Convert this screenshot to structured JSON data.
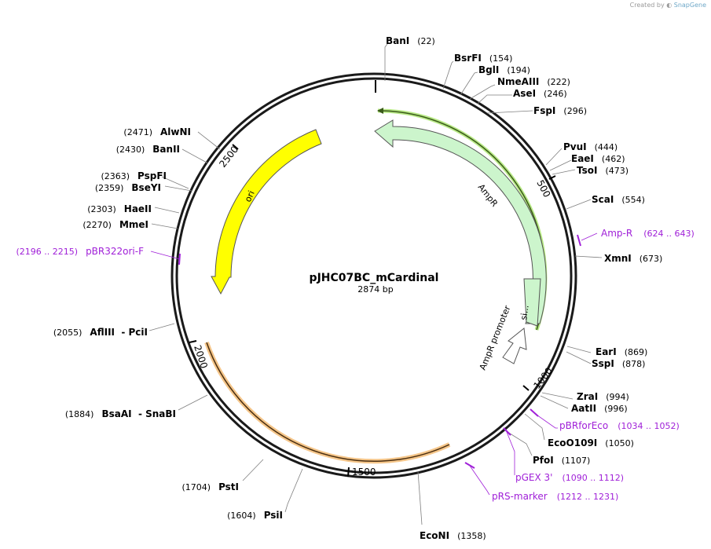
{
  "credit": {
    "prefix": "Created by",
    "brand": "SnapGene"
  },
  "plasmid": {
    "name": "pJHC07BC_mCardinal",
    "length_label": "2874 bp",
    "length_bp": 2874
  },
  "ticks": [
    {
      "bp": 500,
      "label": "500"
    },
    {
      "bp": 1000,
      "label": "1000"
    },
    {
      "bp": 1500,
      "label": "1500"
    },
    {
      "bp": 2000,
      "label": "2000"
    },
    {
      "bp": 2500,
      "label": "2500"
    }
  ],
  "features": [
    {
      "name": "AmpR",
      "label": "AmpR",
      "color": "#ccf5cc",
      "stroke": "#555555"
    },
    {
      "name": "AmpR promoter",
      "label": "AmpR promoter",
      "color": "#ffffff",
      "stroke": "#555555"
    },
    {
      "name": "si...",
      "label": "si...",
      "color": "#ccf5cc",
      "stroke": "#555555"
    },
    {
      "name": "ori",
      "label": "ori",
      "color": "#ffff00",
      "stroke": "#555555"
    }
  ],
  "sites": [
    {
      "name": "BanI",
      "pos": "(22)"
    },
    {
      "name": "BsrFI",
      "pos": "(154)"
    },
    {
      "name": "BglI",
      "pos": "(194)"
    },
    {
      "name": "NmeAIII",
      "pos": "(222)"
    },
    {
      "name": "AseI",
      "pos": "(246)"
    },
    {
      "name": "FspI",
      "pos": "(296)"
    },
    {
      "name": "PvuI",
      "pos": "(444)"
    },
    {
      "name": "EaeI",
      "pos": "(462)"
    },
    {
      "name": "TsoI",
      "pos": "(473)"
    },
    {
      "name": "ScaI",
      "pos": "(554)"
    },
    {
      "name": "XmnI",
      "pos": "(673)"
    },
    {
      "name": "EarI",
      "pos": "(869)"
    },
    {
      "name": "SspI",
      "pos": "(878)"
    },
    {
      "name": "ZraI",
      "pos": "(994)"
    },
    {
      "name": "AatII",
      "pos": "(996)"
    },
    {
      "name": "EcoO109I",
      "pos": "(1050)"
    },
    {
      "name": "PfoI",
      "pos": "(1107)"
    },
    {
      "name": "EcoNI",
      "pos": "(1358)"
    },
    {
      "name": "PsiI",
      "pos": "(1604)"
    },
    {
      "name": "PstI",
      "pos": "(1704)"
    },
    {
      "name": "BsaAI  - SnaBI",
      "pos": "(1884)"
    },
    {
      "name": "AflIII  - PciI",
      "pos": "(2055)"
    },
    {
      "name": "MmeI",
      "pos": "(2270)"
    },
    {
      "name": "HaeII",
      "pos": "(2303)"
    },
    {
      "name": "BseYI",
      "pos": "(2359)"
    },
    {
      "name": "PspFI",
      "pos": "(2363)"
    },
    {
      "name": "BanII",
      "pos": "(2430)"
    },
    {
      "name": "AlwNI",
      "pos": "(2471)"
    }
  ],
  "primers": [
    {
      "name": "Amp-R",
      "pos": "(624 .. 643)"
    },
    {
      "name": "pBRforEco",
      "pos": "(1034 .. 1052)"
    },
    {
      "name": "pGEX 3'",
      "pos": "(1090 .. 1112)"
    },
    {
      "name": "pRS-marker",
      "pos": "(1212 .. 1231)"
    },
    {
      "name": "pBR322ori-F",
      "pos": "(2196 .. 2215)"
    }
  ]
}
